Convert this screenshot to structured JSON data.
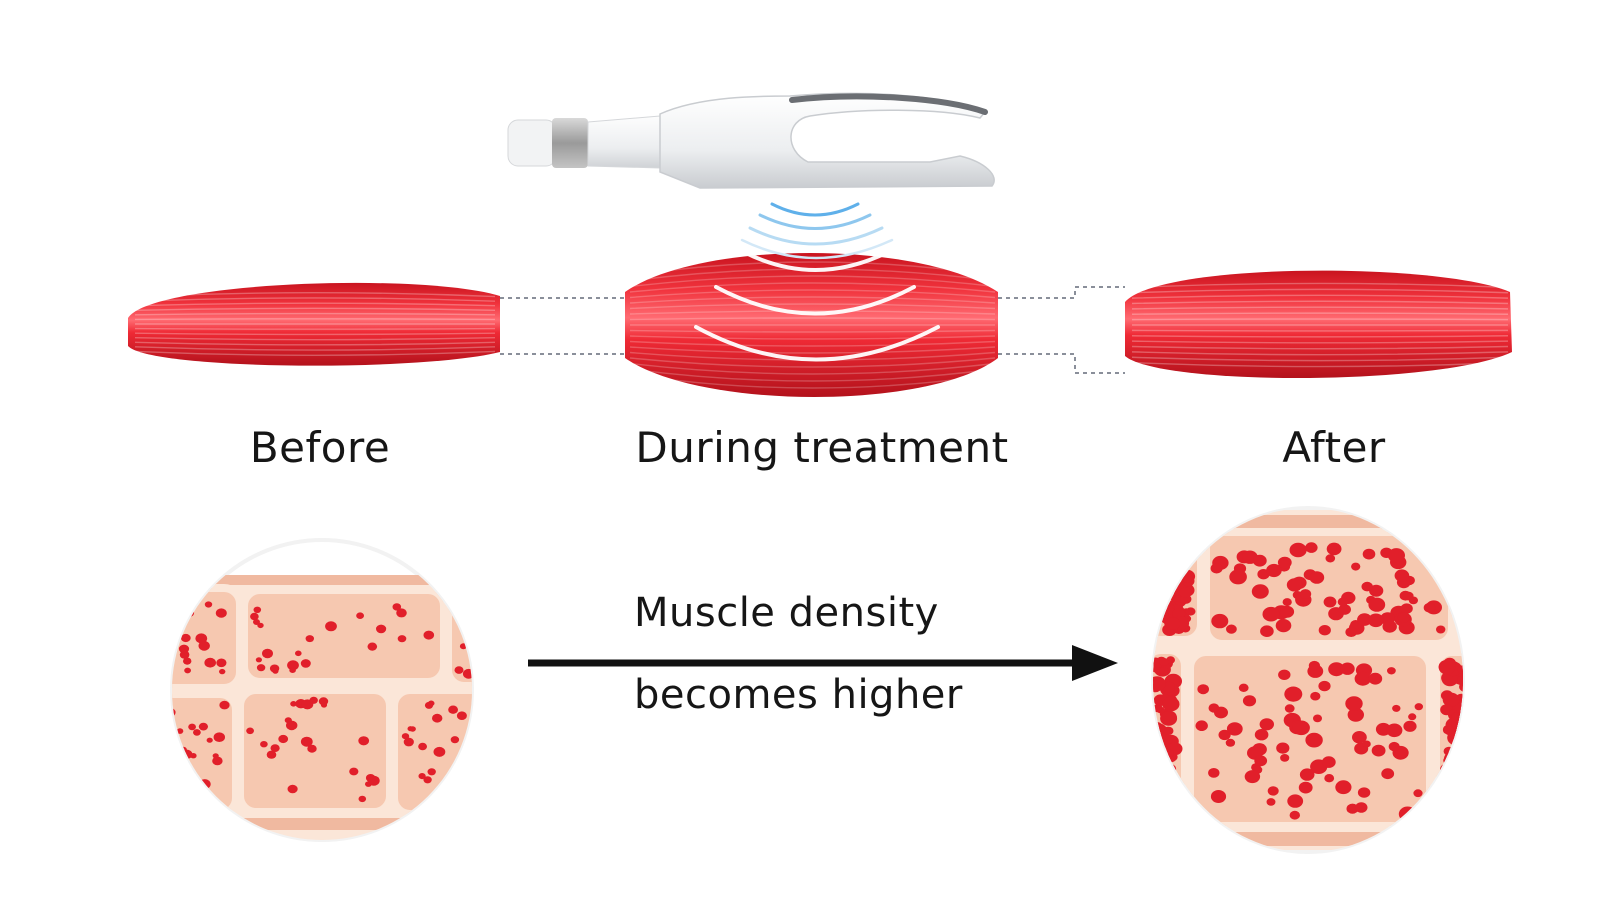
{
  "labels": {
    "before": "Before",
    "during": "During treatment",
    "after": "After"
  },
  "arrow_text": {
    "line1": "Muscle density",
    "line2": "becomes higher"
  },
  "colors": {
    "muscle": "#e8202c",
    "muscle_dark": "#b3121c",
    "muscle_highlight": "#ff8a8f",
    "tissue": "#f6c8b0",
    "tissue_border": "#fbe6d8",
    "fiber_dot": "#e11f2a",
    "wave": "#8ec7ee",
    "arrow": "#111111"
  },
  "icons": {
    "handpiece": "ultrasound-handpiece-icon"
  }
}
